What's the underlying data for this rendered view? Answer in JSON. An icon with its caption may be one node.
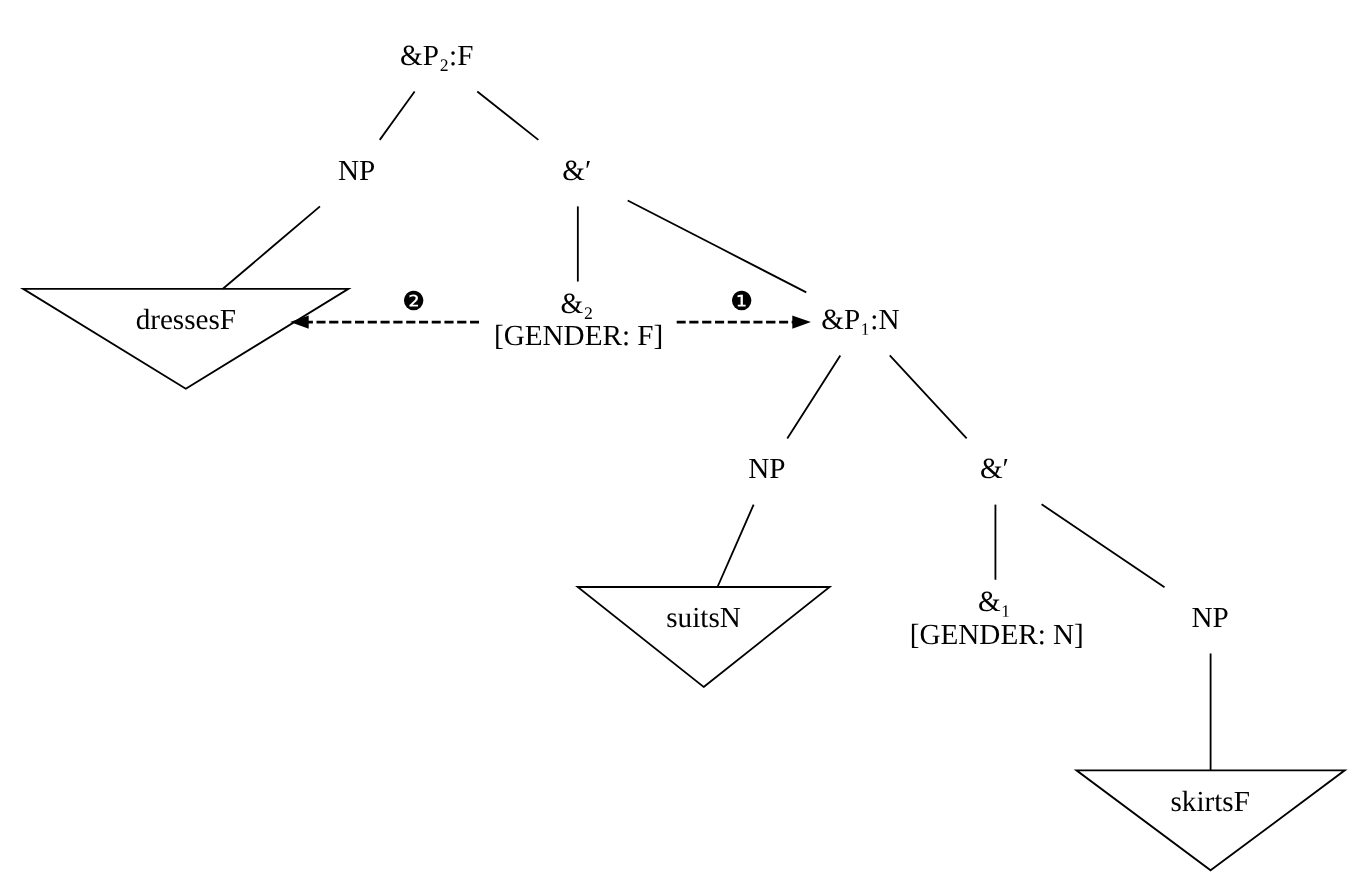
{
  "diagram": {
    "nodes": [
      {
        "text": [
          "&P₂:F"
        ]
      },
      {
        "text": [
          "NP"
        ]
      },
      {
        "text": [
          "dressesF"
        ]
      },
      {
        "text": [
          "&′"
        ]
      },
      {
        "text": [
          "&₂",
          "[GENDER: F]"
        ]
      },
      {
        "text": [
          "&P₁:N"
        ]
      },
      {
        "text": [
          "NP"
        ]
      },
      {
        "text": [
          "suitsN"
        ]
      },
      {
        "text": [
          "&′"
        ]
      },
      {
        "text": [
          "&₁",
          "[GENDER: N]"
        ]
      },
      {
        "text": [
          "NP"
        ]
      },
      {
        "text": [
          "skirtsF"
        ]
      }
    ],
    "edges": [
      {
        "from": 0,
        "to": 1,
        "arrow": "none"
      },
      {
        "from": 0,
        "to": 3,
        "arrow": "none"
      },
      {
        "from": 1,
        "to": 2,
        "arrow": "none"
      },
      {
        "from": 3,
        "to": 4,
        "arrow": "none"
      },
      {
        "from": 3,
        "to": 5,
        "arrow": "none"
      },
      {
        "from": 5,
        "to": 6,
        "arrow": "none"
      },
      {
        "from": 5,
        "to": 8,
        "arrow": "none"
      },
      {
        "from": 6,
        "to": 7,
        "arrow": "none"
      },
      {
        "from": 8,
        "to": 9,
        "arrow": "none"
      },
      {
        "from": 8,
        "to": 10,
        "arrow": "none"
      },
      {
        "from": 10,
        "to": 11,
        "arrow": "none"
      },
      {
        "from": 4,
        "to": 5,
        "arrow": "to",
        "style": "dashed",
        "label": "❶"
      },
      {
        "from": 4,
        "to": 2,
        "arrow": "to",
        "style": "dashed",
        "label": "❷"
      }
    ]
  }
}
